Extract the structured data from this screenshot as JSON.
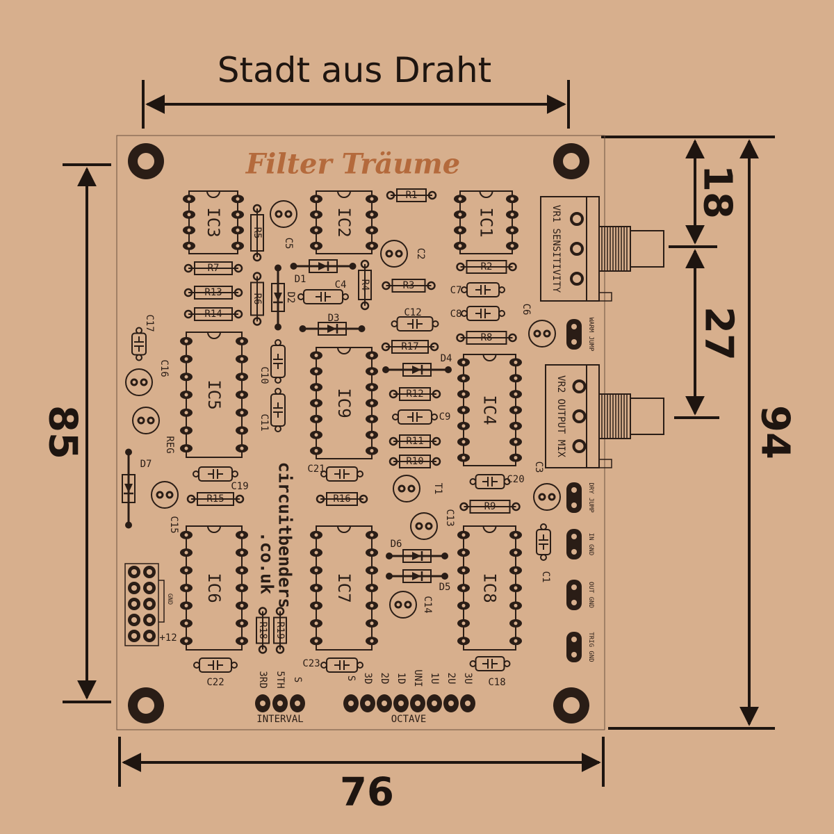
{
  "header_title": "Stadt aus Draht",
  "board_title": "Filter Träume",
  "dimensions": {
    "width": "76",
    "height_left": "85",
    "height_right": "94",
    "pot_offset": "18",
    "pot_spacing": "27"
  },
  "brand": {
    "line1": "circuitbenders",
    "line2": ".co.uk"
  },
  "ics": [
    "IC3",
    "IC2",
    "IC1",
    "IC5",
    "IC9",
    "IC4",
    "IC6",
    "IC7",
    "IC8"
  ],
  "resistors": [
    "R1",
    "R7",
    "R13",
    "R14",
    "R5",
    "R6",
    "R4",
    "R3",
    "R2",
    "R8",
    "R17",
    "R12",
    "R11",
    "R10",
    "R15",
    "R16",
    "R9",
    "R18",
    "R19"
  ],
  "film_caps": [
    "C4",
    "C12",
    "C7",
    "C8",
    "C9",
    "C10",
    "C11",
    "C17",
    "C19",
    "C21",
    "C20",
    "C22",
    "C23",
    "C18",
    "C1"
  ],
  "round_parts": [
    "C5",
    "C2",
    "C6",
    "C16",
    "REG",
    "C15",
    "C3",
    "T1",
    "C13",
    "C14"
  ],
  "diodes": [
    "D1",
    "D2",
    "D3",
    "D4",
    "D7",
    "D6",
    "D5"
  ],
  "pots": [
    "VR1 SENSITIVITY",
    "VR2 OUTPUT MIX"
  ],
  "jumpers": [
    "WARM JUMP",
    "DRY JUMP",
    "IN GND",
    "OUT GND",
    "TRIG GND"
  ],
  "power_header": [
    "GND",
    "+12"
  ],
  "interval": {
    "label": "INTERVAL",
    "pins": [
      "3RD",
      "5TH",
      "S"
    ]
  },
  "octave": {
    "label": "OCTAVE",
    "pins": [
      "S",
      "3D",
      "2D",
      "1D",
      "UNI",
      "1U",
      "2U",
      "3U"
    ]
  },
  "colors": {
    "background": "#d7af8d",
    "ink": "#2a1d16",
    "title": "#b46a3c"
  }
}
